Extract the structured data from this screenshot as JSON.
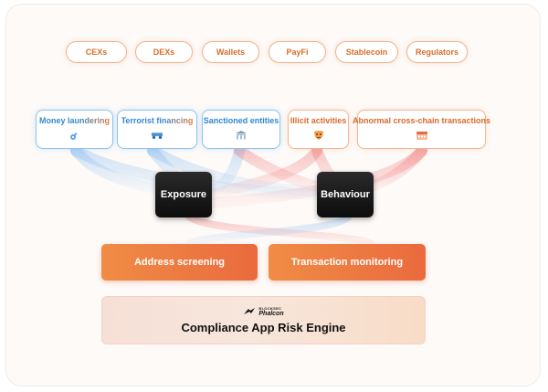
{
  "entities": [
    "CEXs",
    "DEXs",
    "Wallets",
    "PayFi",
    "Stablecoin",
    "Regulators"
  ],
  "risks": [
    {
      "label": "Money laundering",
      "icon": "key-icon",
      "tone": "blue"
    },
    {
      "label": "Terrorist financing",
      "icon": "truck-icon",
      "tone": "blue"
    },
    {
      "label": "Sanctioned entities",
      "icon": "building-icon",
      "tone": "blue"
    },
    {
      "label": "Illicit activities",
      "icon": "mask-icon",
      "tone": "orange"
    },
    {
      "label": "Abnormal cross-chain transactions",
      "icon": "calendar-icon",
      "tone": "orange"
    }
  ],
  "categories": {
    "exposure": "Exposure",
    "behaviour": "Behaviour"
  },
  "modules": {
    "screening": "Address screening",
    "monitoring": "Transaction monitoring"
  },
  "engine": {
    "brand_small": "BLOCKSEC",
    "brand_name": "Phalcon",
    "title": "Compliance App Risk Engine"
  },
  "colors": {
    "accent_orange": "#ea6a3e",
    "accent_blue": "#2f86cf",
    "pill_text": "#d76d2b",
    "dark_box": "#111111"
  }
}
